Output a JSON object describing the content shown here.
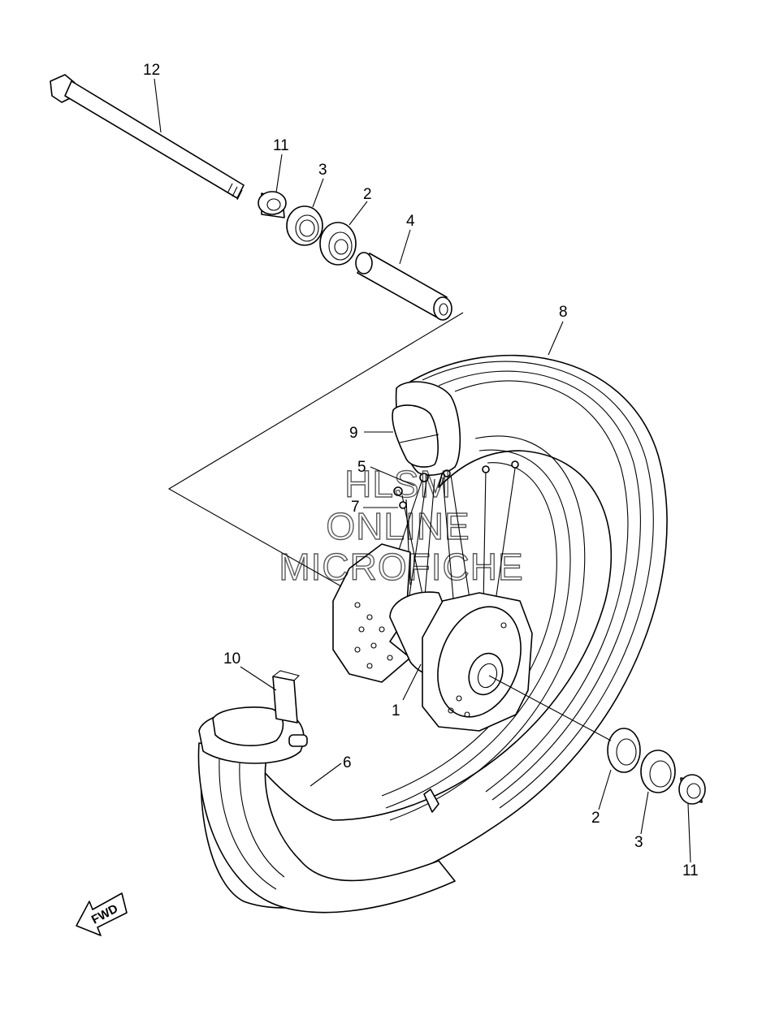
{
  "callouts": {
    "axle": "12",
    "collar_top": "11",
    "seal_top": "3",
    "bearing_top": "2",
    "spacer": "4",
    "tire": "8",
    "rim_band": "9",
    "spoke": "5",
    "nipple": "7",
    "hub": "1",
    "rim_strip": "10",
    "tube": "6",
    "bearing_bottom": "2",
    "seal_bottom": "3",
    "collar_bottom": "11"
  },
  "watermark": {
    "line1": "HLSM",
    "line2": "ONLINE",
    "line3": "MICROFICHE"
  },
  "direction": {
    "label": "FWD"
  }
}
